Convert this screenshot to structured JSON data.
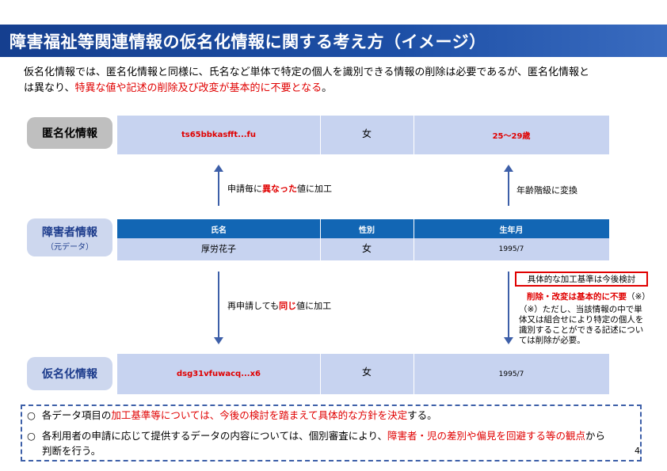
{
  "title": "障害福祉等関連情報の仮名化情報に関する考え方（イメージ）",
  "intro": {
    "line1": "仮名化情報では、匿名化情報と同様に、氏名など単体で特定の個人を識別できる情報の削除は必要であるが、匿名化情報と",
    "line2_a": "は異なり、",
    "line2_red": "特異な値や記述の削除及び改変が基本的に不要となる",
    "line2_b": "。"
  },
  "anonymized": {
    "label": "匿名化情報",
    "values": [
      "ts65bbkasfft...fu",
      "女",
      "25～29歳"
    ]
  },
  "arrow_up_left": {
    "pre": "申請毎に",
    "red": "異なった",
    "post": "値に加工"
  },
  "arrow_up_right": "年齢階級に変換",
  "original": {
    "label": "障害者情報",
    "sublabel": "（元データ）",
    "headers": [
      "氏名",
      "性別",
      "生年月"
    ],
    "values": [
      "厚労花子",
      "女",
      "1995/7"
    ]
  },
  "arrow_down_left": {
    "pre": "再申請しても",
    "red": "同じ",
    "post": "値に加工"
  },
  "right_box": "具体的な加工基準は今後検討",
  "right_red": "削除・改変は基本的に不要",
  "right_red_suffix": "（※）",
  "right_note": [
    "（※）ただし、当該情報の中で単",
    "体又は組合せにより特定の個人を",
    "識別することができる記述につい",
    "ては削除が必要。"
  ],
  "pseudonymized": {
    "label": "仮名化情報",
    "values": [
      "dsg31vfuwacq...x6",
      "女",
      "1995/7"
    ]
  },
  "bullets": {
    "b1_mark": "○",
    "b1_a": "各データ項目の",
    "b1_red": "加工基準等については、今後の検討を踏まえて具体的な方針を決定",
    "b1_b": "する。",
    "b2_mark": "○",
    "b2_a": "各利用者の申請に応じて提供するデータの内容については、個別審査により、",
    "b2_red": "障害者・児の差別や偏見を回避する等の観点",
    "b2_b": "から",
    "b2_line2": "判断を行う。"
  },
  "page_number": "4",
  "colors": {
    "title_bg": "#1d4fa6",
    "accent_red": "#e00000",
    "band_light": "#c7d3f0",
    "band_dark": "#1266b4"
  }
}
